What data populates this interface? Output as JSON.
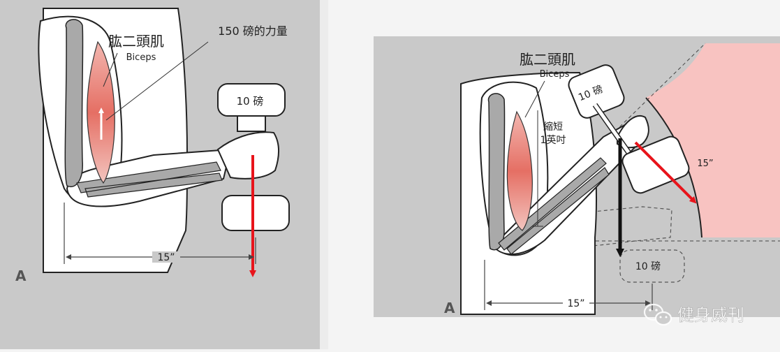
{
  "left_panel": {
    "muscle_label": "肱二頭肌",
    "muscle_label_en": "Biceps",
    "force_label": "150 磅的力量",
    "weight_label": "10 磅",
    "distance_label": "15”",
    "panel_letter": "A"
  },
  "right_panel": {
    "muscle_label": "肱二頭肌",
    "muscle_label_en": "Biceps",
    "shorten_label_1": "縮短",
    "shorten_label_2": "1英吋",
    "weight_label": "10 磅",
    "ghost_weight_label": "10 磅",
    "arc_label": "15”",
    "distance_label": "15”",
    "panel_letter": "A"
  },
  "watermark": {
    "text": "健身威刊",
    "icon": "wechat-icon"
  },
  "colors": {
    "panel_gray": "#c9c9c9",
    "muscle_red": "#e77a70",
    "arrow_red": "#e8141b",
    "arc_pink": "#f8c3c1"
  }
}
